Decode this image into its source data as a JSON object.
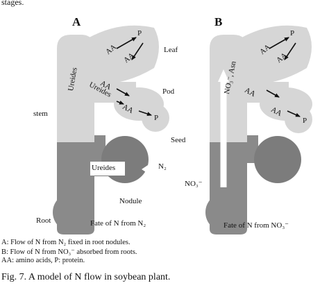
{
  "top_text": "stages.",
  "panel_a": {
    "label": "A",
    "leaf_label": "Leaf",
    "pod_label": "Pod",
    "seed_label": "Seed",
    "stem_label": "stem",
    "root_label": "Root",
    "nodule_label": "Nodule",
    "source_label": "N₂",
    "ureides_leaf": "Ureides",
    "ureides_pod": "Ureides",
    "ureides_root": "Ureides",
    "aa": "AA",
    "p": "P",
    "fate": "Fate of N from N₂"
  },
  "panel_b": {
    "label": "B",
    "leaf_transport": "NO₃⁻, Asn",
    "source_label": "NO₃⁻",
    "aa": "AA",
    "p": "P",
    "fate": "Fate of N from NO₃⁻"
  },
  "legend": [
    "A: Flow of N from N₂ fixed in root nodules.",
    "B: Flow of N from NO₃⁻ absorbed from roots.",
    "AA: amino acids, P: protein."
  ],
  "figure_caption": "Fig. 7. A model of N flow in soybean plant.",
  "colors": {
    "light_tissue": "#d6d6d6",
    "dark_tissue": "#8a8a8a",
    "nodule": "#7c7c7c",
    "ink": "#111111"
  }
}
